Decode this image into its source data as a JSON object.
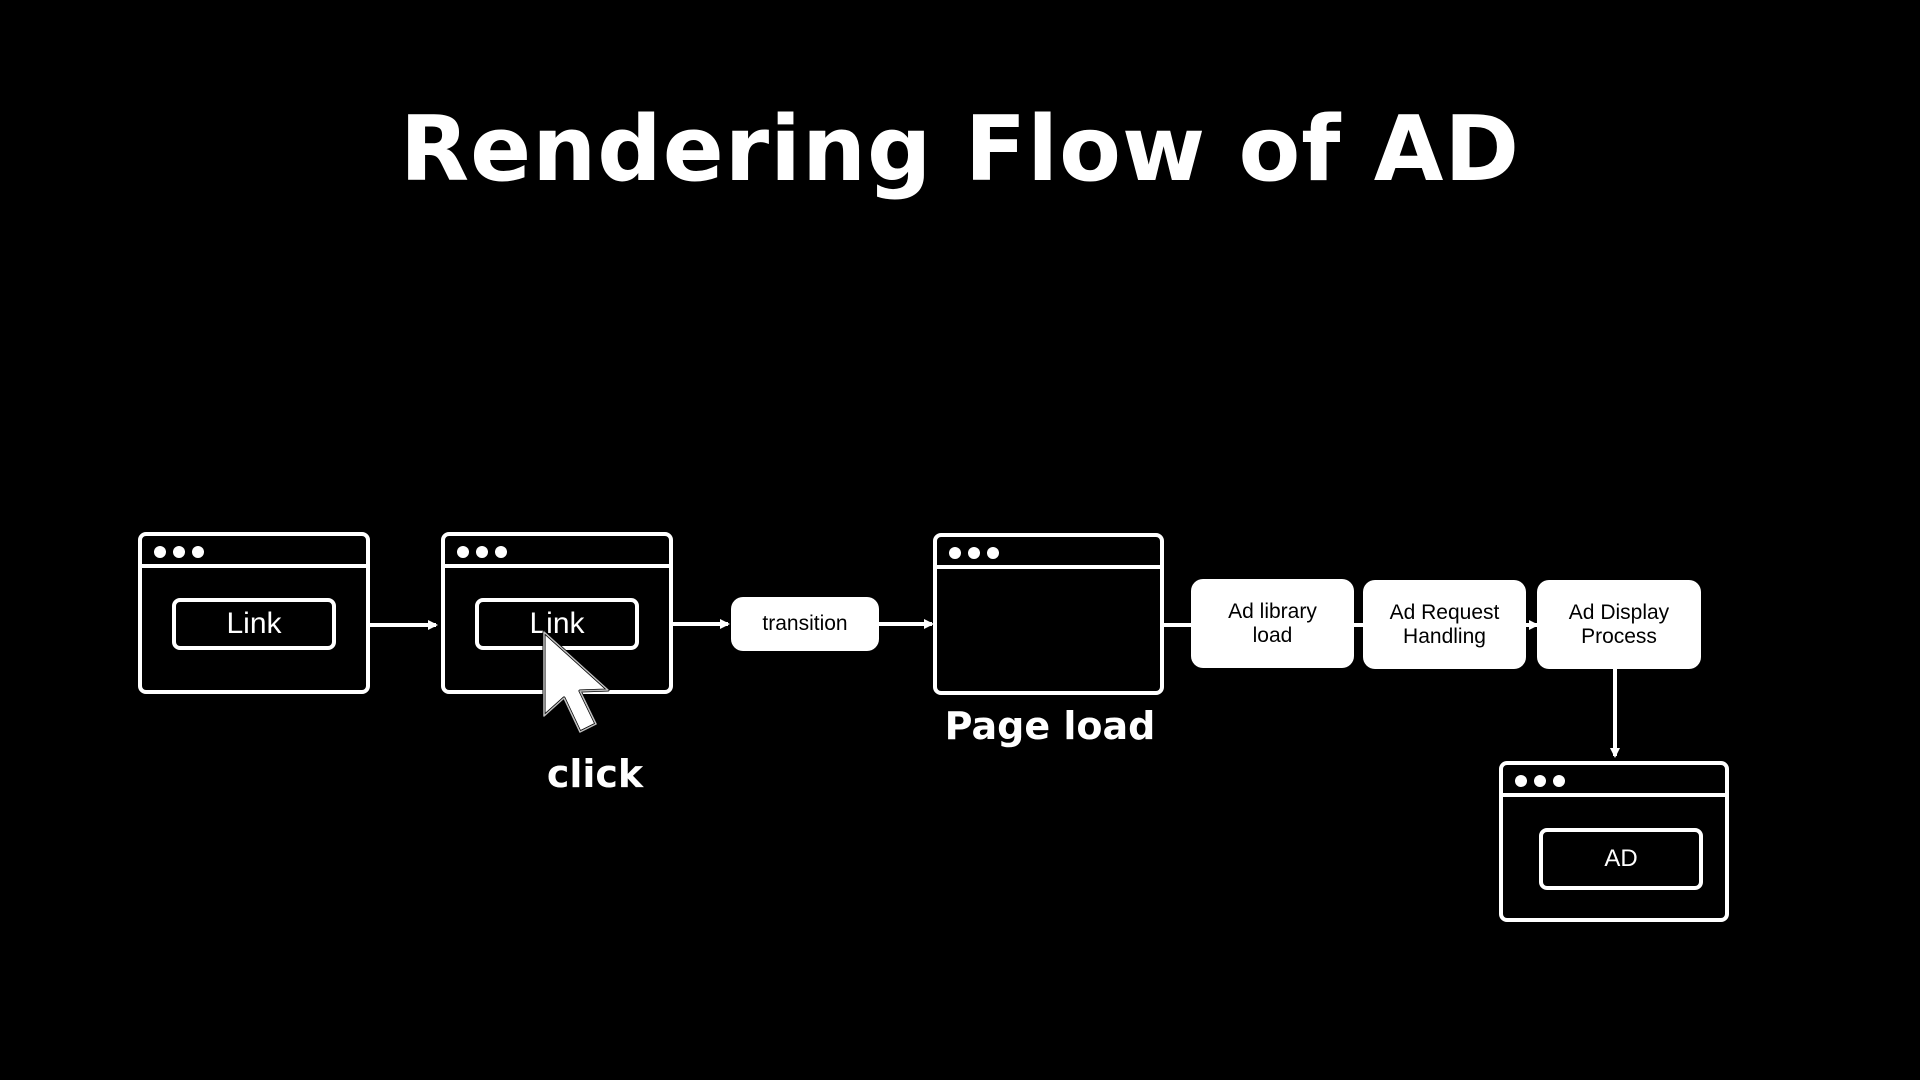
{
  "title": "Rendering Flow of AD",
  "colors": {
    "background": "#000000",
    "foreground": "#ffffff"
  },
  "windows": {
    "initial_link_label": "Link",
    "clicked_link_label": "Link",
    "ad_label": "AD"
  },
  "steps": {
    "transition": "transition",
    "ad_library_load": "Ad library load",
    "ad_request_handling": "Ad Request Handling",
    "ad_display_process": "Ad Display Process"
  },
  "captions": {
    "click": "click",
    "page_load": "Page load"
  },
  "icons": {
    "cursor": "mouse-pointer-icon"
  }
}
